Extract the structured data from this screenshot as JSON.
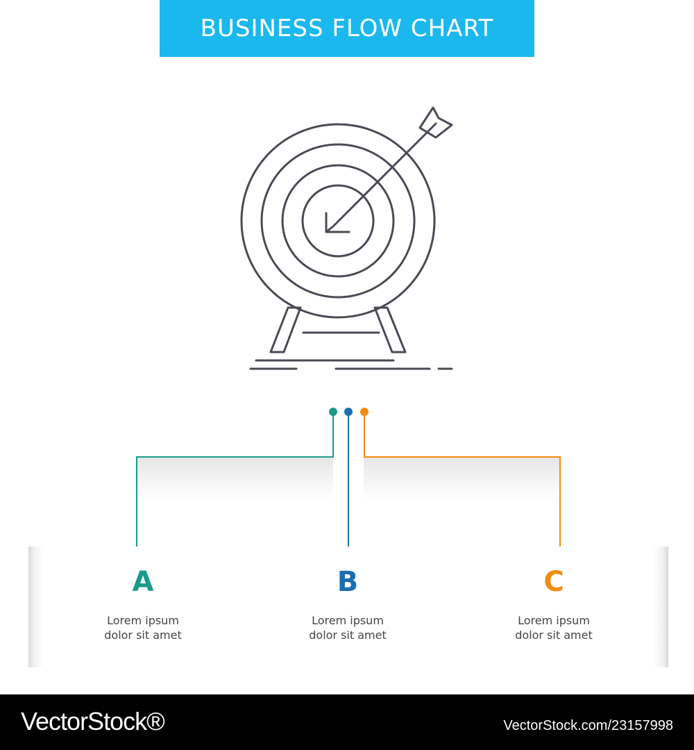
{
  "header": {
    "title": "BUSINESS FLOW CHART",
    "color": "#1bb8ee"
  },
  "icon": {
    "name": "target-arrow-icon",
    "stroke_color": "#4a4a55"
  },
  "connectors": {
    "colors": [
      "#1a9a8a",
      "#1a6fb0",
      "#f28c10"
    ]
  },
  "steps": [
    {
      "letter": "A",
      "line1": "Lorem ipsum",
      "line2": "dolor sit amet",
      "color": "#1a9a8a"
    },
    {
      "letter": "B",
      "line1": "Lorem ipsum",
      "line2": "dolor sit amet",
      "color": "#1a6fb0"
    },
    {
      "letter": "C",
      "line1": "Lorem ipsum",
      "line2": "dolor sit amet",
      "color": "#f28c10"
    }
  ],
  "footer": {
    "logo": "VectorStock®",
    "reference": "VectorStock.com/23157998"
  }
}
